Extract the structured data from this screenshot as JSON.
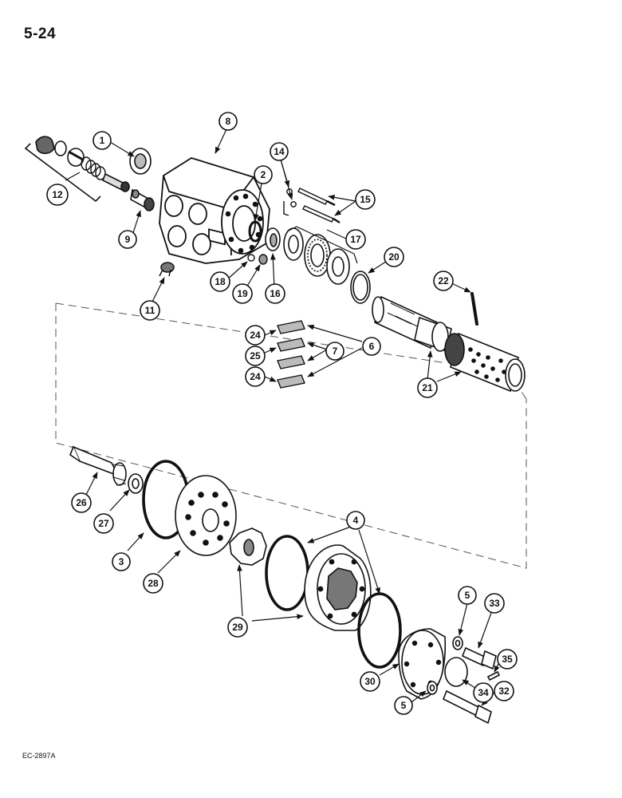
{
  "page": {
    "number": "5-24",
    "figure_code": "EC-2897A"
  },
  "callouts": [
    {
      "id": "c1",
      "label": "1"
    },
    {
      "id": "c8",
      "label": "8"
    },
    {
      "id": "c14",
      "label": "14"
    },
    {
      "id": "c2",
      "label": "2"
    },
    {
      "id": "c12",
      "label": "12"
    },
    {
      "id": "c15",
      "label": "15"
    },
    {
      "id": "c9",
      "label": "9"
    },
    {
      "id": "c17",
      "label": "17"
    },
    {
      "id": "c20",
      "label": "20"
    },
    {
      "id": "c22",
      "label": "22"
    },
    {
      "id": "c18",
      "label": "18"
    },
    {
      "id": "c19",
      "label": "19"
    },
    {
      "id": "c16",
      "label": "16"
    },
    {
      "id": "c11",
      "label": "11"
    },
    {
      "id": "c24a",
      "label": "24"
    },
    {
      "id": "c25",
      "label": "25"
    },
    {
      "id": "c7",
      "label": "7"
    },
    {
      "id": "c6",
      "label": "6"
    },
    {
      "id": "c24b",
      "label": "24"
    },
    {
      "id": "c21",
      "label": "21"
    },
    {
      "id": "c26",
      "label": "26"
    },
    {
      "id": "c27",
      "label": "27"
    },
    {
      "id": "c3",
      "label": "3"
    },
    {
      "id": "c28",
      "label": "28"
    },
    {
      "id": "c4",
      "label": "4"
    },
    {
      "id": "c29",
      "label": "29"
    },
    {
      "id": "c5a",
      "label": "5"
    },
    {
      "id": "c33",
      "label": "33"
    },
    {
      "id": "c35",
      "label": "35"
    },
    {
      "id": "c30",
      "label": "30"
    },
    {
      "id": "c34",
      "label": "34"
    },
    {
      "id": "c5b",
      "label": "5"
    },
    {
      "id": "c32",
      "label": "32"
    }
  ]
}
